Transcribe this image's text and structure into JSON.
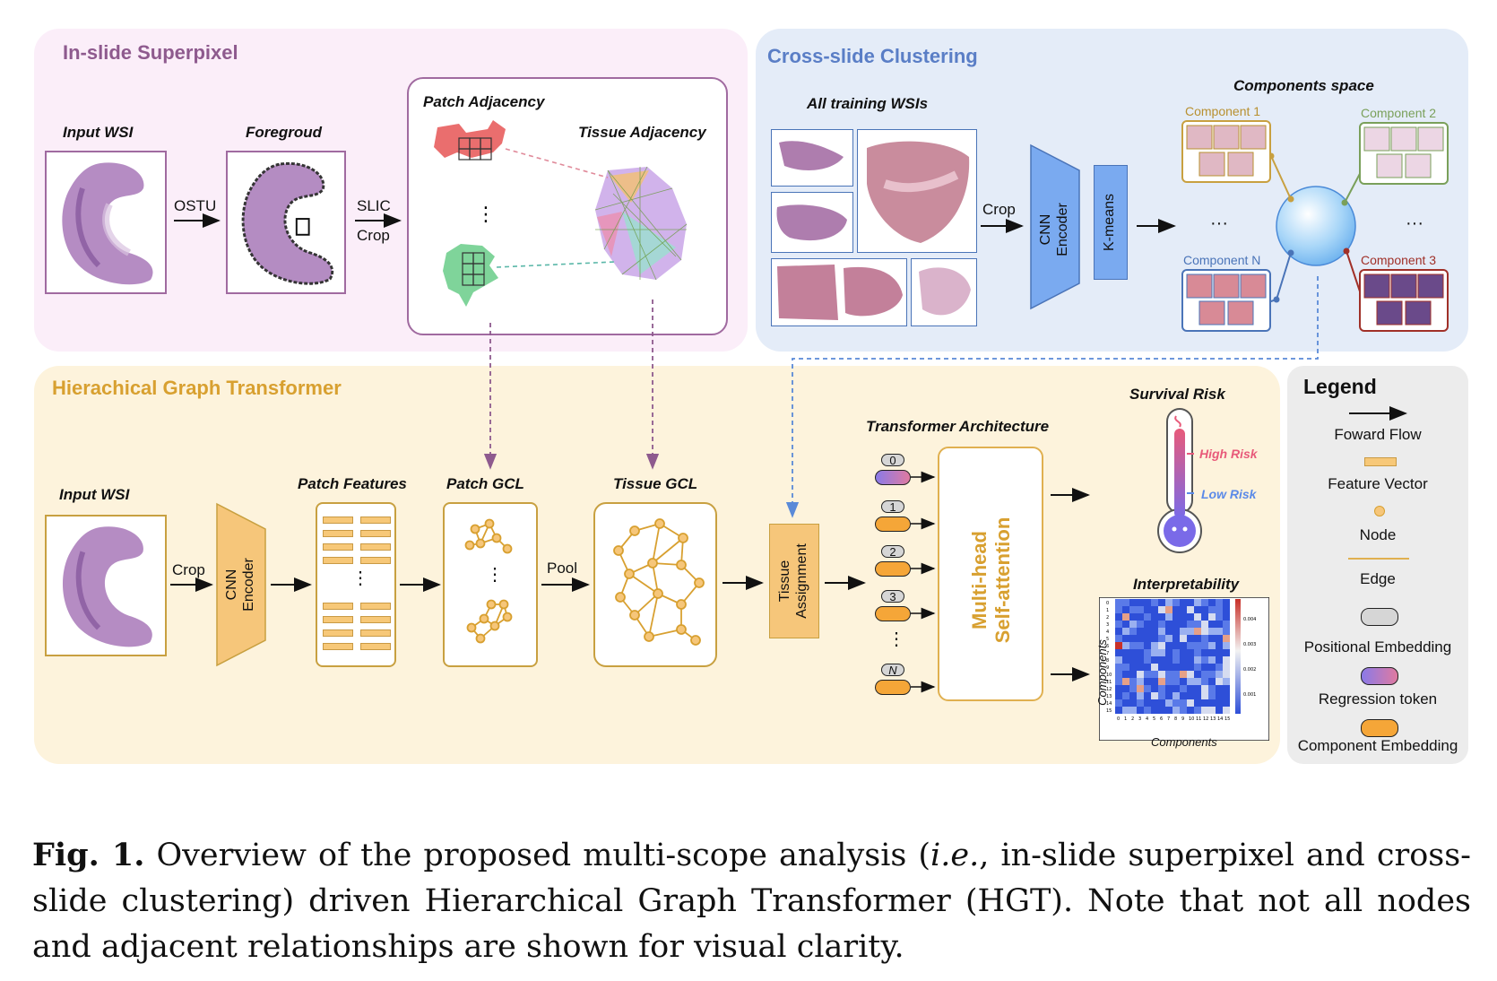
{
  "colors": {
    "superpixel_bg": "#fbeef9",
    "cluster_bg": "#e4ecf8",
    "hgt_bg": "#fdf3dc",
    "legend_bg": "#eeeeee",
    "accent_orange": "#f5a638",
    "accent_blue": "#7aaaf0",
    "border_purple": "#8e5a8e"
  },
  "superpixel": {
    "title": "In-slide Superpixel",
    "input_label": "Input WSI",
    "foreground_label": "Foregroud",
    "ostu": "OSTU",
    "slic": "SLIC",
    "crop": "Crop",
    "patch_adjacency": "Patch Adjacency",
    "tissue_adjacency": "Tissue Adjacency",
    "vdots": "⋮"
  },
  "cluster": {
    "title": "Cross-slide Clustering",
    "all_wsis": "All training WSIs",
    "crop": "Crop",
    "cnn_encoder": "CNN\nEncoder",
    "kmeans": "K-means",
    "ellipsis": "···",
    "components_space": "Components space",
    "components": [
      "Component 1",
      "Component 2",
      "Component N",
      "Component 3"
    ]
  },
  "hgt": {
    "title": "Hierachical Graph Transformer",
    "input_label": "Input WSI",
    "crop": "Crop",
    "cnn_encoder": "CNN\nEncoder",
    "patch_features": "Patch Features",
    "patch_gcl": "Patch GCL",
    "pool": "Pool",
    "tissue_gcl": "Tissue GCL",
    "tissue_assignment": "Tissue\nAssignment",
    "transformer_architecture": "Transformer Architecture",
    "token_labels": [
      "0",
      "1",
      "2",
      "3",
      "N"
    ],
    "multihead": "Multi-head\nSelf-attention",
    "survival_risk": "Survival Risk",
    "high_risk": "High Risk",
    "low_risk": "Low Risk",
    "interpretability": "Interpretability",
    "heatmap_xlabel": "Components",
    "heatmap_ylabel": "Components",
    "colorbar_ticks": [
      "0.004",
      "0.003",
      "0.002",
      "0.001"
    ],
    "heatmap_ticks": [
      "0",
      "1",
      "2",
      "3",
      "4",
      "5",
      "6",
      "7",
      "8",
      "9",
      "10",
      "11",
      "12",
      "13",
      "14",
      "15"
    ],
    "vdots": "⋮"
  },
  "legend": {
    "title": "Legend",
    "forward_flow": "Foward Flow",
    "feature_vector": "Feature Vector",
    "node": "Node",
    "edge": "Edge",
    "positional_embedding": "Positional Embedding",
    "regression_token": "Regression token",
    "component_embedding": "Component Embedding"
  },
  "caption": {
    "fig": "Fig. 1.",
    "text_a": " Overview of the proposed multi-scope analysis (",
    "ie": "i.e.",
    "text_b": ", in-slide superpixel and cross-slide clustering) driven Hierarchical Graph Transformer (HGT). Note that not all nodes and adjacent relationships are shown for visual clarity."
  }
}
